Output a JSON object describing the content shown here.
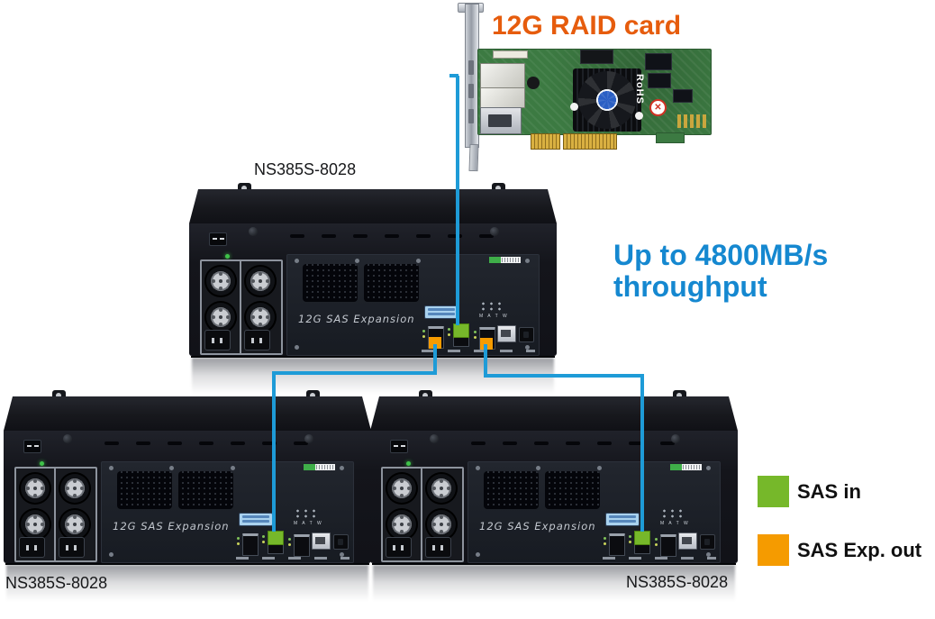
{
  "raid_card": {
    "title": "12G RAID card",
    "rohs_label": "RoHS"
  },
  "headline": {
    "line1": "Up to 4800MB/s",
    "line2": "throughput"
  },
  "enclosures": [
    {
      "label": "NS385S-8028",
      "panel_text": "12G SAS Expansion",
      "led_label": "M A T W"
    },
    {
      "label": "NS385S-8028",
      "panel_text": "12G SAS Expansion",
      "led_label": "M A T W"
    },
    {
      "label": "NS385S-8028",
      "panel_text": "12G SAS Expansion",
      "led_label": "M A T W"
    }
  ],
  "legend": {
    "items": [
      {
        "label": "SAS in",
        "color": "#76b82a"
      },
      {
        "label": "SAS Exp. out",
        "color": "#f59b00"
      }
    ]
  },
  "colors": {
    "cable": "#1e9bd7",
    "headline": "#1588d0",
    "card_title": "#e65c0d",
    "sas_in": "#76b82a",
    "sas_exp_out": "#f59b00"
  }
}
